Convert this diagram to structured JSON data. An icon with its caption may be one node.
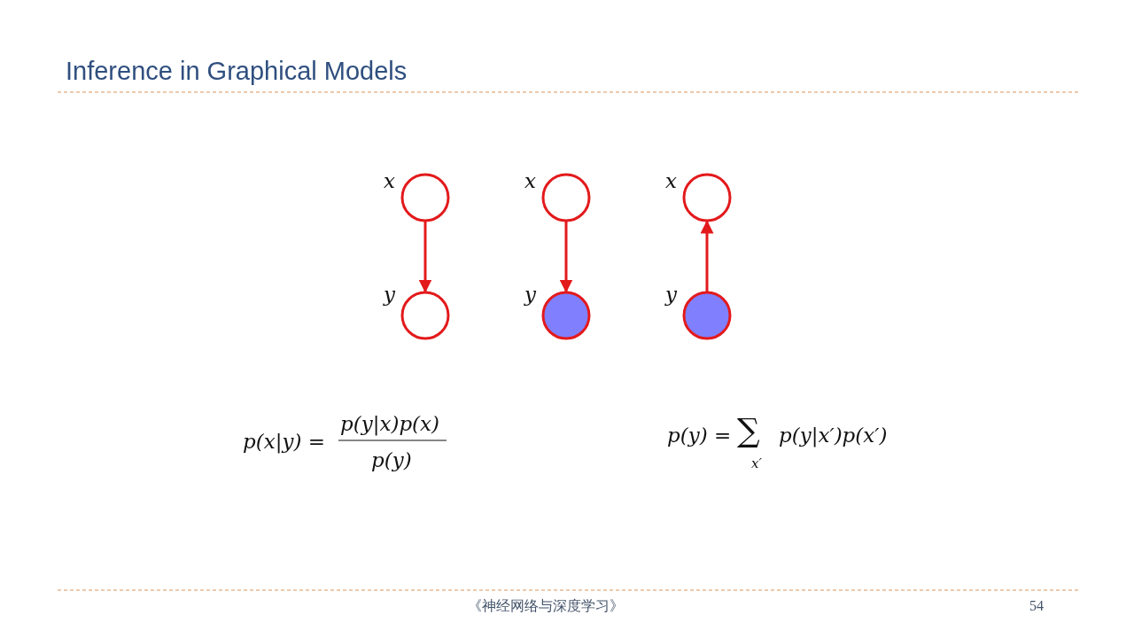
{
  "diagram": {
    "title": "Inference in Graphical Models",
    "nodes": [
      {
        "text": [],
        "shape": "circle",
        "beside": [
          "x"
        ]
      },
      {
        "text": [],
        "shape": "circle",
        "beside": [
          "y"
        ]
      },
      {
        "text": [],
        "shape": "circle",
        "beside": [
          "x"
        ]
      },
      {
        "text": [],
        "shape": "circle",
        "beside": [
          "y"
        ]
      },
      {
        "text": [],
        "shape": "circle",
        "beside": [
          "x"
        ]
      },
      {
        "text": [],
        "shape": "circle",
        "beside": [
          "y"
        ]
      }
    ],
    "edges": [
      {
        "from": 0,
        "to": 1,
        "arrow": "to"
      },
      {
        "from": 2,
        "to": 3,
        "arrow": "to"
      },
      {
        "from": 5,
        "to": 4,
        "arrow": "to"
      }
    ],
    "labels": [
      "p(x|y) =",
      "p(y|x)p(x)",
      "p(y)",
      "p(y) =",
      "∑",
      "x′",
      "p(y|x′)p(x′)",
      "《神经网络与深度学习》",
      "54"
    ]
  }
}
